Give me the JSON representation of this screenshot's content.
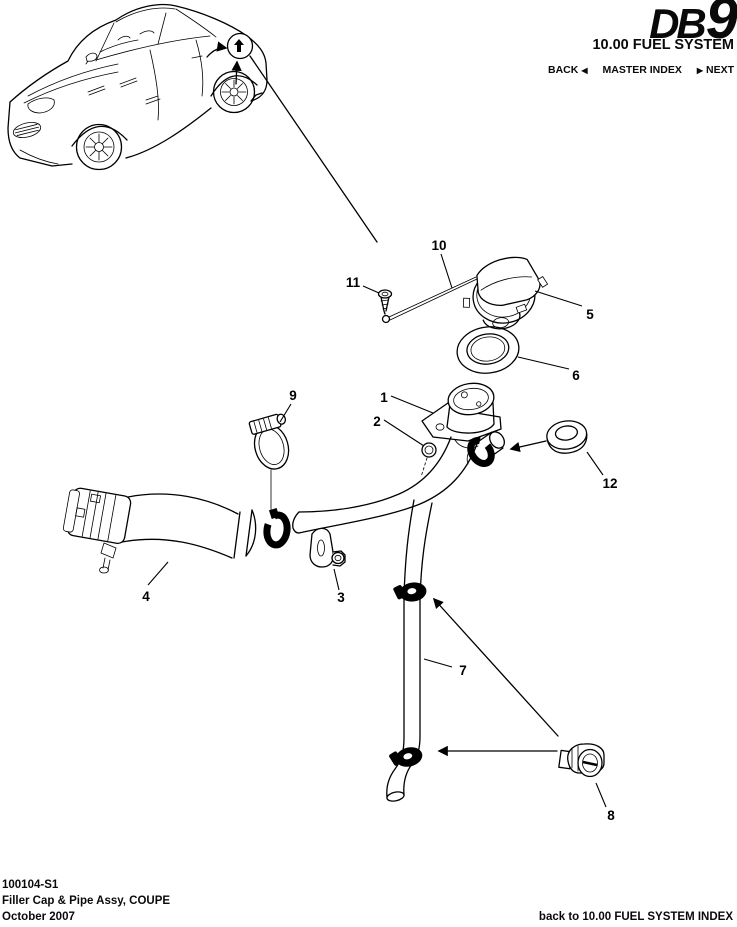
{
  "header": {
    "logo_db": "DB",
    "logo_9": "9",
    "subtitle": "10.00 FUEL SYSTEM",
    "nav": {
      "back_label": "BACK",
      "back_arrow": "◀",
      "master_index_label": "MASTER INDEX",
      "next_arrow": "▶",
      "next_label": "NEXT"
    }
  },
  "diagram": {
    "callouts": [
      "1",
      "2",
      "3",
      "4",
      "5",
      "6",
      "7",
      "8",
      "9",
      "10",
      "11",
      "12"
    ]
  },
  "footer": {
    "document_number": "100104-S1",
    "figure_title": "Filler Cap & Pipe Assy, COUPE",
    "date": "October 2007",
    "index_link": "back to 10.00 FUEL SYSTEM INDEX"
  },
  "colors": {
    "ink": "#000000",
    "paper": "#ffffff"
  }
}
